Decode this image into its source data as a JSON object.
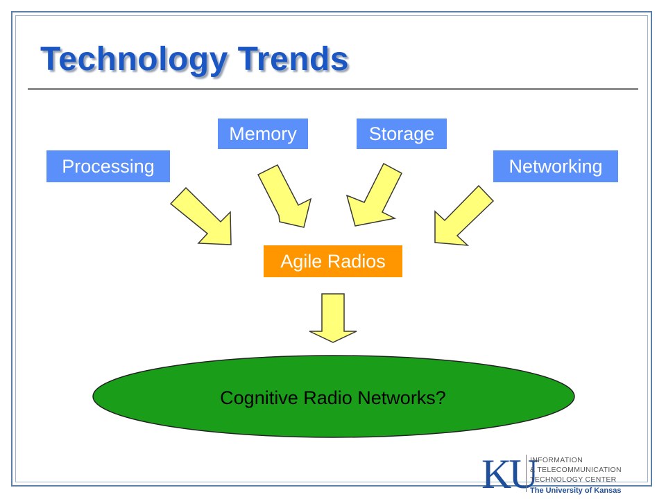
{
  "slide": {
    "title": "Technology Trends"
  },
  "diagram": {
    "inputs": {
      "memory": "Memory",
      "storage": "Storage",
      "processing": "Processing",
      "networking": "Networking"
    },
    "middle": "Agile Radios",
    "result": "Cognitive Radio Networks?"
  },
  "logo": {
    "mark": "KU",
    "line1": "INFORMATION",
    "line2": "& TELECOMMUNICATION",
    "line3": "TECHNOLOGY CENTER",
    "university": "The University of Kansas"
  },
  "colors": {
    "title": "#1a56c4",
    "input_box": "#5b8ff9",
    "middle_box": "#ff9600",
    "arrow_fill": "#ffff7a",
    "result_fill": "#1a9e1a"
  }
}
